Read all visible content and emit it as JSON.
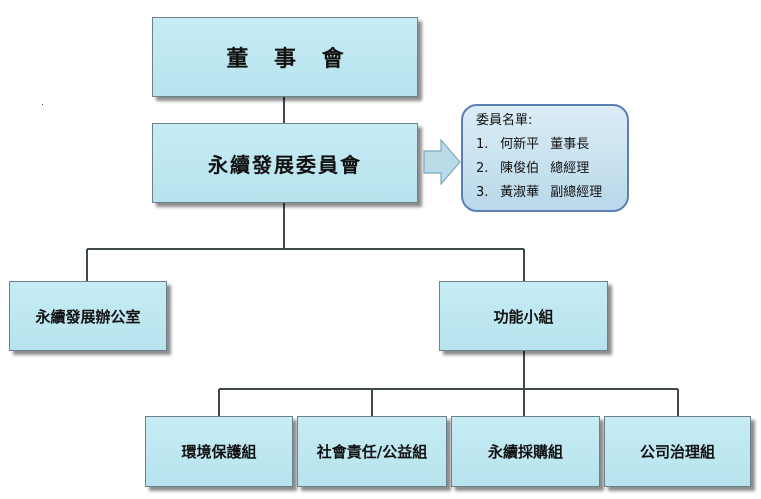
{
  "org_chart": {
    "board": "董 事 會",
    "committee": "永續發展委員會",
    "office": "永續發展辦公室",
    "functional_group": "功能小組",
    "subgroups": [
      {
        "label": "環境保護組"
      },
      {
        "label": "社會責任/公益組"
      },
      {
        "label": "永續採購組"
      },
      {
        "label": "公司治理組"
      }
    ]
  },
  "members_callout": {
    "title": "委員名單:",
    "members": [
      {
        "num": "1.",
        "name": "何新平",
        "title": "董事長"
      },
      {
        "num": "2.",
        "name": "陳俊伯",
        "title": "總經理"
      },
      {
        "num": "3.",
        "name": "黃淑華",
        "title": "副總經理"
      }
    ]
  },
  "colors": {
    "box_fill": "#c6ecf4",
    "box_border": "#6d8188",
    "connector": "#3d4a4c",
    "callout_border": "#5b7fb6",
    "arrow_fill": "#b9dbe8"
  }
}
